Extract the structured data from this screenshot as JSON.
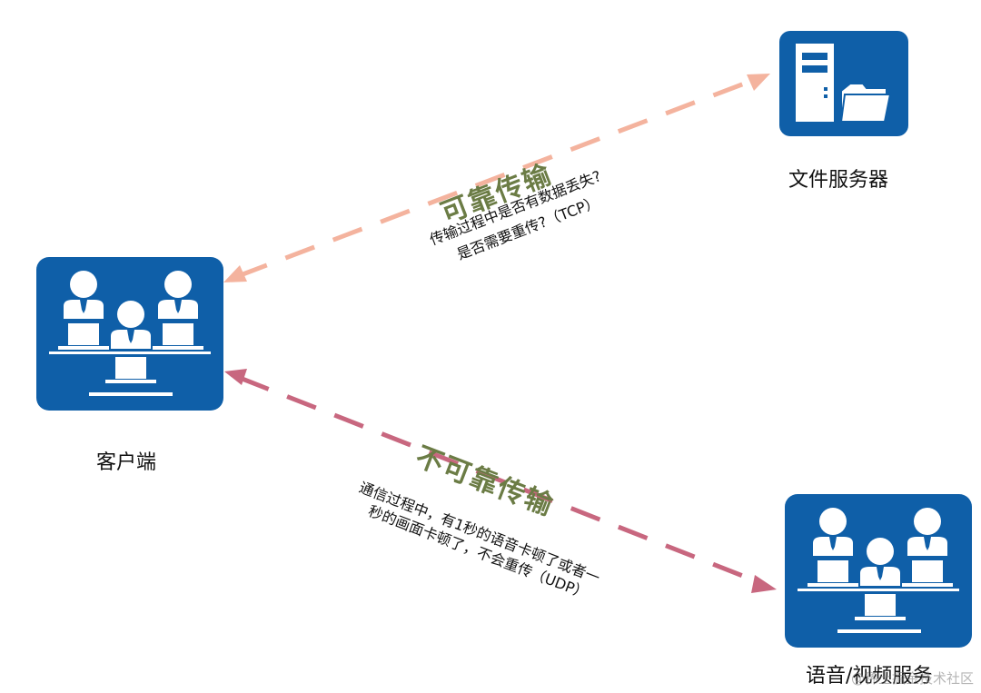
{
  "nodes": {
    "file_server": {
      "label": "文件服务器",
      "icon": "file-server-icon"
    },
    "client": {
      "label": "客户端",
      "icon": "user-group-icon"
    },
    "media_server": {
      "label": "语音/视频服务",
      "icon": "user-group-icon"
    }
  },
  "edges": {
    "reliable": {
      "title": "可靠传输",
      "line1": "传输过程中是否有数据丢失?",
      "line2": "是否需要重传?（TCP）",
      "color": "#f4b39e"
    },
    "unreliable": {
      "title": "不可靠传输",
      "line1": "通信过程中，有1秒的语音卡顿了或者一",
      "line2": "秒的画面卡顿了，不会重传（UDP）",
      "color": "#c8677f"
    }
  },
  "watermark": "@稀土掘金技术社区",
  "colors": {
    "tile": "#0f5fa8",
    "reliable_title": "#6b7c45"
  }
}
